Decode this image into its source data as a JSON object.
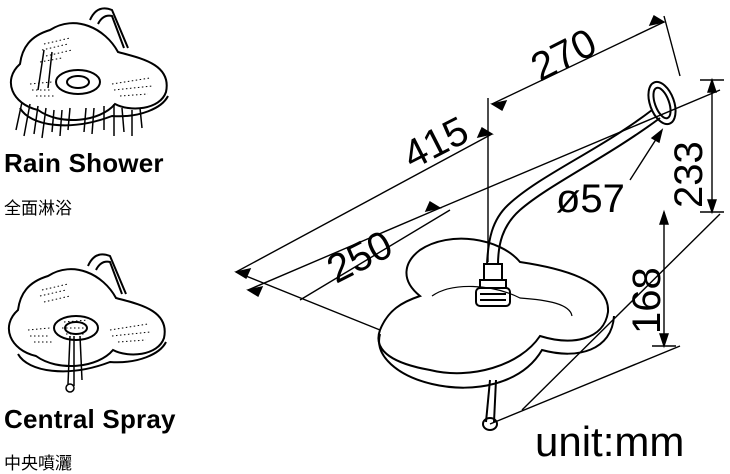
{
  "modes": [
    {
      "title": "Rain Shower",
      "subtitle": "全面淋浴",
      "icon": "rain-shower-icon"
    },
    {
      "title": "Central Spray",
      "subtitle": "中央噴灑",
      "icon": "central-spray-icon"
    }
  ],
  "dimensions": {
    "arm_length": "270",
    "total_projection": "415",
    "head_width": "250",
    "diameter": "ø57",
    "wall_height": "233",
    "head_drop": "168"
  },
  "unit_label": "unit:mm"
}
